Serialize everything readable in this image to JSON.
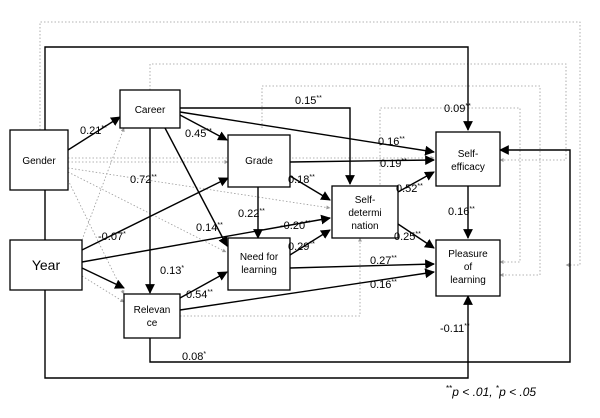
{
  "nodes": {
    "gender": "Gender",
    "year": "Year",
    "career": "Career",
    "grade": "Grade",
    "relevance": [
      "Relevan",
      "ce"
    ],
    "need": [
      "Need for",
      "learning"
    ],
    "selfdet": [
      "Self-",
      "determi",
      "nation"
    ],
    "efficacy": [
      "Self-",
      "efficacy"
    ],
    "pleasure": [
      "Pleasure",
      "of",
      "learning"
    ]
  },
  "coefficients": {
    "gender_career": {
      "value": "0.21",
      "sig": "**"
    },
    "career_grade": {
      "value": "0.45",
      "sig": "**"
    },
    "career_selfdet": {
      "value": "0.15",
      "sig": "**"
    },
    "career_efficacy": {
      "value": "0.16",
      "sig": "**"
    },
    "career_relevance": {
      "value": "0.72",
      "sig": "**"
    },
    "gender_efficacy": {
      "value": "0.09",
      "sig": "**"
    },
    "grade_efficacy": {
      "value": "0.19",
      "sig": "**"
    },
    "grade_selfdet": {
      "value": "0.18",
      "sig": "**"
    },
    "grade_need": {
      "value": "0.22",
      "sig": "**"
    },
    "year_selfdet": {
      "value": "-0.20",
      "sig": "**"
    },
    "year_grade": {
      "value": "-0.07",
      "sig": "*"
    },
    "career_need": {
      "value": "0.14",
      "sig": "**"
    },
    "need_selfdet": {
      "value": "0.29",
      "sig": "**"
    },
    "selfdet_efficacy": {
      "value": "0.52",
      "sig": "**"
    },
    "selfdet_pleasure": {
      "value": "0.25",
      "sig": "**"
    },
    "efficacy_pleasure": {
      "value": "0.16",
      "sig": "**"
    },
    "need_pleasure": {
      "value": "0.27",
      "sig": "**"
    },
    "year_relevance": {
      "value": "0.13",
      "sig": "*"
    },
    "relevance_need": {
      "value": "0.54",
      "sig": "**"
    },
    "relevance_pleasure": {
      "value": "0.16",
      "sig": "**"
    },
    "year_pleasure": {
      "value": "-0.11",
      "sig": "**"
    },
    "relevance_efficacy": {
      "value": "0.08",
      "sig": "*"
    }
  },
  "legend": {
    "p1_sig": "**",
    "p1_text": "p < .01, ",
    "p2_sig": "*",
    "p2_text": "p < .05"
  }
}
